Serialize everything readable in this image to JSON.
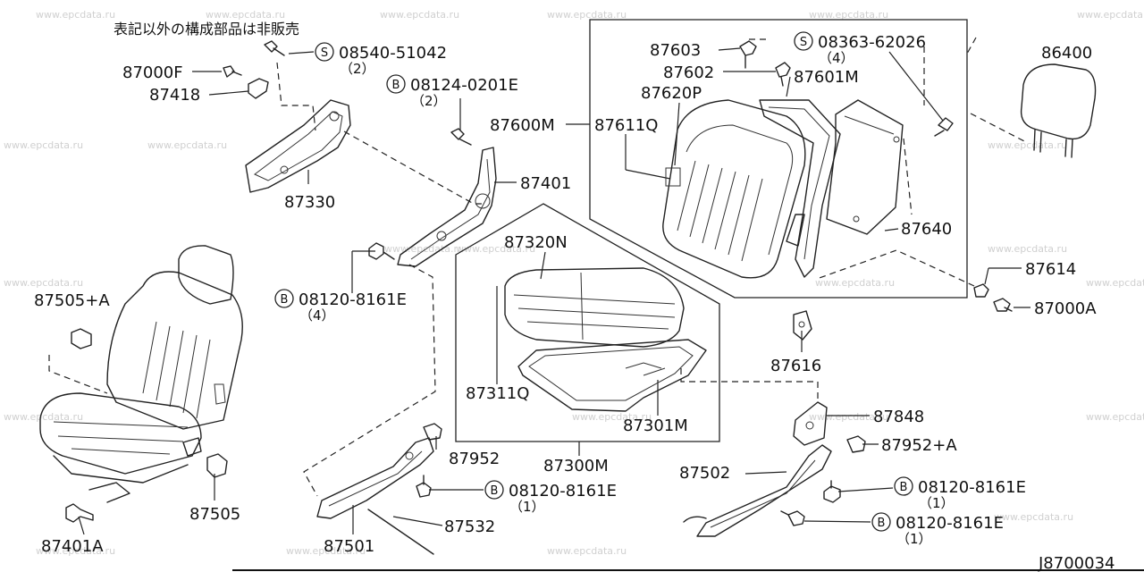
{
  "note": "表記以外の構成部品は非販売",
  "diagram_id": "J8700034",
  "watermark": "www.epcdata.ru",
  "parts": {
    "p87000F": "87000F",
    "p87418": "87418",
    "p87330": "87330",
    "p87401": "87401",
    "p87600M": "87600M",
    "p87611Q": "87611Q",
    "p87620P": "87620P",
    "p87603": "87603",
    "p87602": "87602",
    "p87601M": "87601M",
    "p86400": "86400",
    "p87640": "87640",
    "p87614": "87614",
    "p87000A": "87000A",
    "p87616": "87616",
    "p87320N": "87320N",
    "p87311Q": "87311Q",
    "p87301M": "87301M",
    "p87300M": "87300M",
    "p87505A": "87505+A",
    "p87505": "87505",
    "p87401A": "87401A",
    "p87952": "87952",
    "p87501": "87501",
    "p87532": "87532",
    "p87848": "87848",
    "p87952A": "87952+A",
    "p87502": "87502"
  },
  "fasteners": {
    "f1": {
      "prefix": "S",
      "number": "08540-51042",
      "qty": "（2）"
    },
    "f2": {
      "prefix": "B",
      "number": "08124-0201E",
      "qty": "（2）"
    },
    "f3": {
      "prefix": "S",
      "number": "08363-62026",
      "qty": "（4）"
    },
    "f4": {
      "prefix": "B",
      "number": "08120-8161E",
      "qty": "（4）"
    },
    "f5": {
      "prefix": "B",
      "number": "08120-8161E",
      "qty": "（1）"
    },
    "f6": {
      "prefix": "B",
      "number": "08120-8161E",
      "qty": "（1）"
    },
    "f7": {
      "prefix": "B",
      "number": "08120-8161E",
      "qty": "（1）"
    }
  }
}
